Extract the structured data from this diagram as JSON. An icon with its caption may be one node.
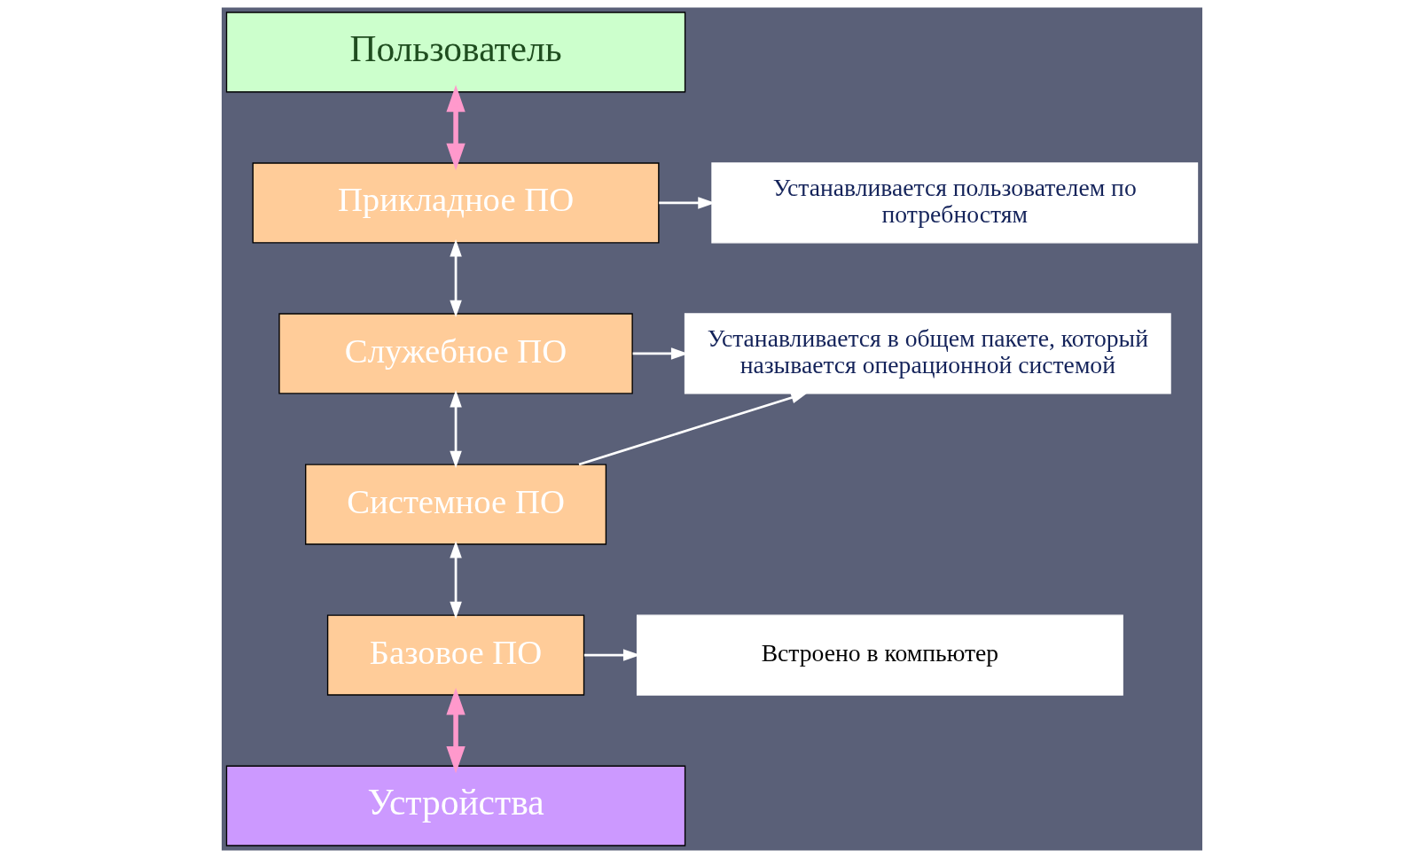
{
  "diagram": {
    "nodes": [
      {
        "text": [
          "Пользователь"
        ]
      },
      {
        "text": [
          "Прикладное ПО"
        ]
      },
      {
        "text": [
          "Служебное ПО"
        ]
      },
      {
        "text": [
          "Системное ПО"
        ]
      },
      {
        "text": [
          "Базовое ПО"
        ]
      },
      {
        "text": [
          "Устройства"
        ]
      },
      {
        "text": [
          "Устанавливается пользователем по потребностям"
        ]
      },
      {
        "text": [
          "Устанавливается в общем пакете, который называется операционной системой"
        ]
      },
      {
        "text": [
          "Встроено в компьютер"
        ]
      }
    ],
    "edges": [
      {
        "from": 0,
        "to": 1,
        "arrow": "both",
        "style": "thick",
        "color": "#ff99cc"
      },
      {
        "from": 1,
        "to": 2,
        "arrow": "both"
      },
      {
        "from": 2,
        "to": 3,
        "arrow": "both"
      },
      {
        "from": 3,
        "to": 4,
        "arrow": "both"
      },
      {
        "from": 4,
        "to": 5,
        "arrow": "both",
        "style": "thick",
        "color": "#ff99cc"
      },
      {
        "from": 1,
        "to": 6,
        "arrow": "to"
      },
      {
        "from": 2,
        "to": 7,
        "arrow": "to"
      },
      {
        "from": 3,
        "to": 7,
        "arrow": "to"
      },
      {
        "from": 4,
        "to": 8,
        "arrow": "to"
      }
    ]
  }
}
